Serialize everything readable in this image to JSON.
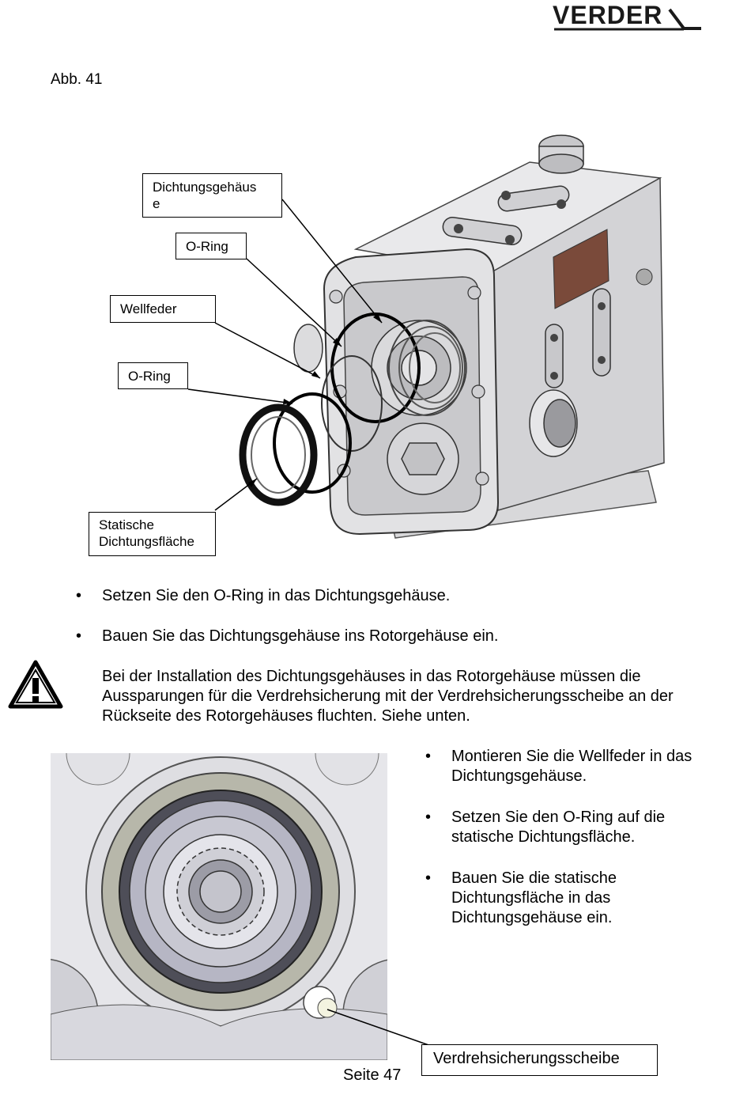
{
  "header": {
    "logo_text": "VERDER"
  },
  "figure": {
    "caption": "Abb. 41",
    "labels": {
      "seal_housing": "Dichtungsgehäus\ne",
      "o_ring_1": "O-Ring",
      "wave_spring": "Wellfeder",
      "o_ring_2": "O-Ring",
      "static_seal": "Statische\nDichtungsfläche"
    }
  },
  "instructions": [
    "Setzen Sie den O-Ring in das Dichtungsgehäuse.",
    "Bauen Sie das Dichtungsgehäuse ins Rotorgehäuse ein."
  ],
  "warning": {
    "icon": "warning-triangle-icon",
    "text": "Bei der Installation des Dichtungsgehäuses in das Rotorgehäuse müssen die Aussparungen für die Verdrehsicherung mit der Verdrehsicherungsscheibe an der Rückseite des Rotorgehäuses fluchten. Siehe unten."
  },
  "steps": [
    "Montieren Sie die Wellfeder in das Dichtungsgehäuse.",
    "Setzen Sie den O-Ring auf die statische Dichtungsfläche.",
    "Bauen Sie die statische Dichtungsfläche in das Dichtungsgehäuse ein."
  ],
  "detail_label": "Verdrehsicherungsscheibe",
  "footer": {
    "page": "Seite 47"
  }
}
